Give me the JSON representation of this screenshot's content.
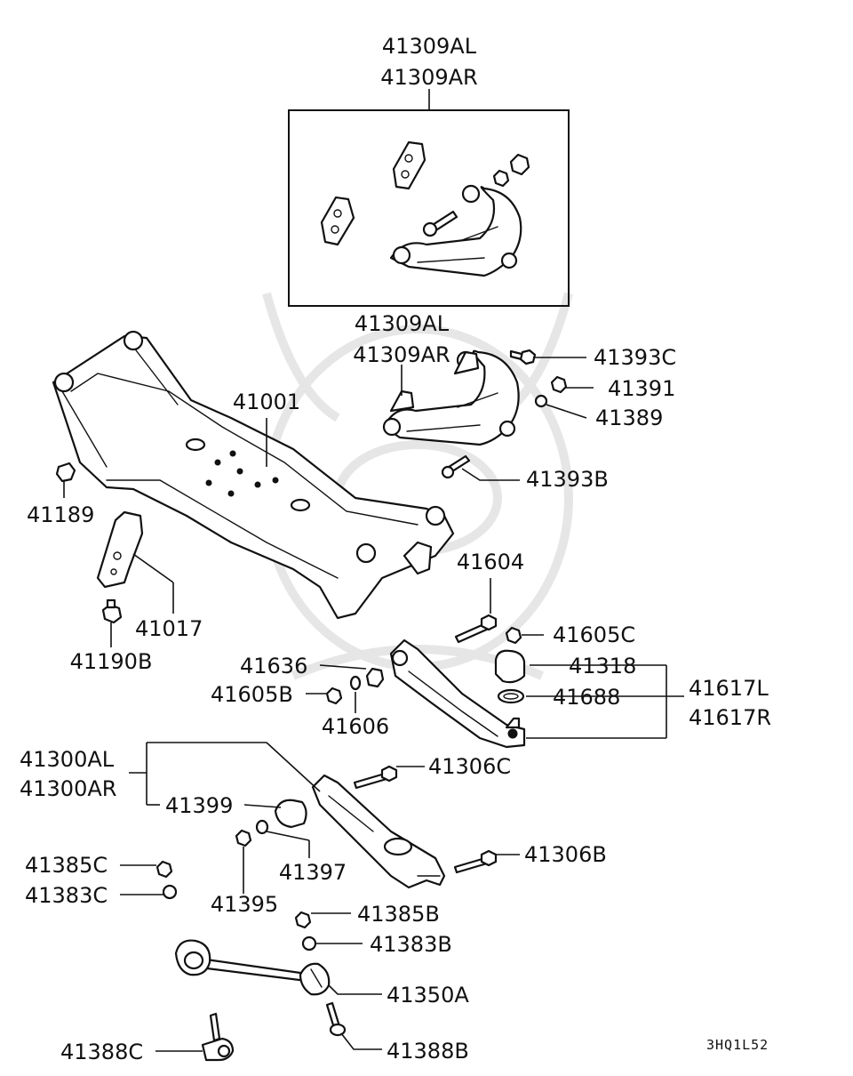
{
  "diagram": {
    "code": "3HQ1L52",
    "labels": {
      "p41309a_top_l": "41309AL",
      "p41309a_top_r": "41309AR",
      "p41309a_mid_l": "41309AL",
      "p41309a_mid_r": "41309AR",
      "p41393c": "41393C",
      "p41391": "41391",
      "p41389": "41389",
      "p41001": "41001",
      "p41393b": "41393B",
      "p41189": "41189",
      "p41604": "41604",
      "p41017": "41017",
      "p41605c": "41605C",
      "p41190b": "41190B",
      "p41636": "41636",
      "p41318": "41318",
      "p41617l": "41617L",
      "p41605b": "41605B",
      "p41688": "41688",
      "p41617r": "41617R",
      "p41606": "41606",
      "p41300al": "41300AL",
      "p41306c": "41306C",
      "p41300ar": "41300AR",
      "p41399": "41399",
      "p41306b": "41306B",
      "p41385c": "41385C",
      "p41397": "41397",
      "p41383c": "41383C",
      "p41395": "41395",
      "p41385b": "41385B",
      "p41383b": "41383B",
      "p41350a": "41350A",
      "p41388c": "41388C",
      "p41388b": "41388B"
    }
  }
}
